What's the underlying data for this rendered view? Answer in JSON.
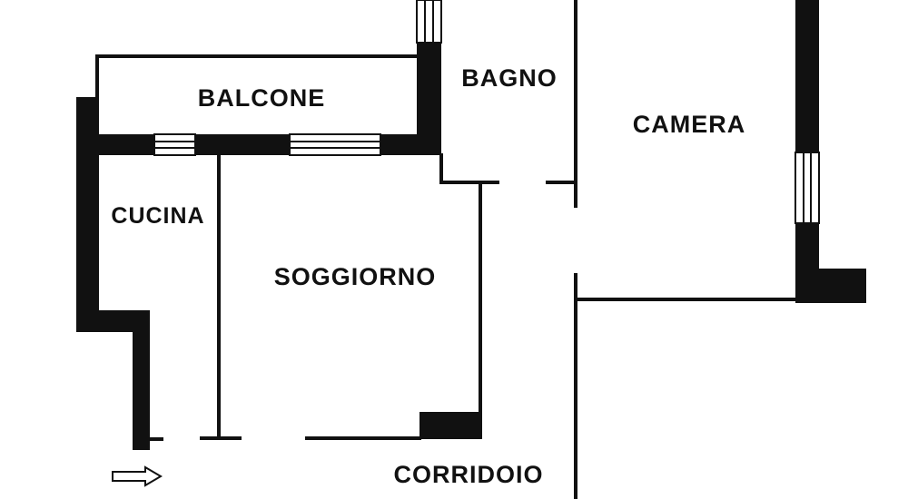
{
  "colors": {
    "wall": "#111111",
    "background": "#ffffff",
    "line": "#111111"
  },
  "rooms": {
    "balcone": "BALCONE",
    "bagno": "BAGNO",
    "camera": "CAMERA",
    "cucina": "CUCINA",
    "soggiorno": "SOGGIORNO",
    "corridoio": "CORRIDOIO"
  },
  "icons": {
    "entrance": "arrow-right-icon"
  }
}
